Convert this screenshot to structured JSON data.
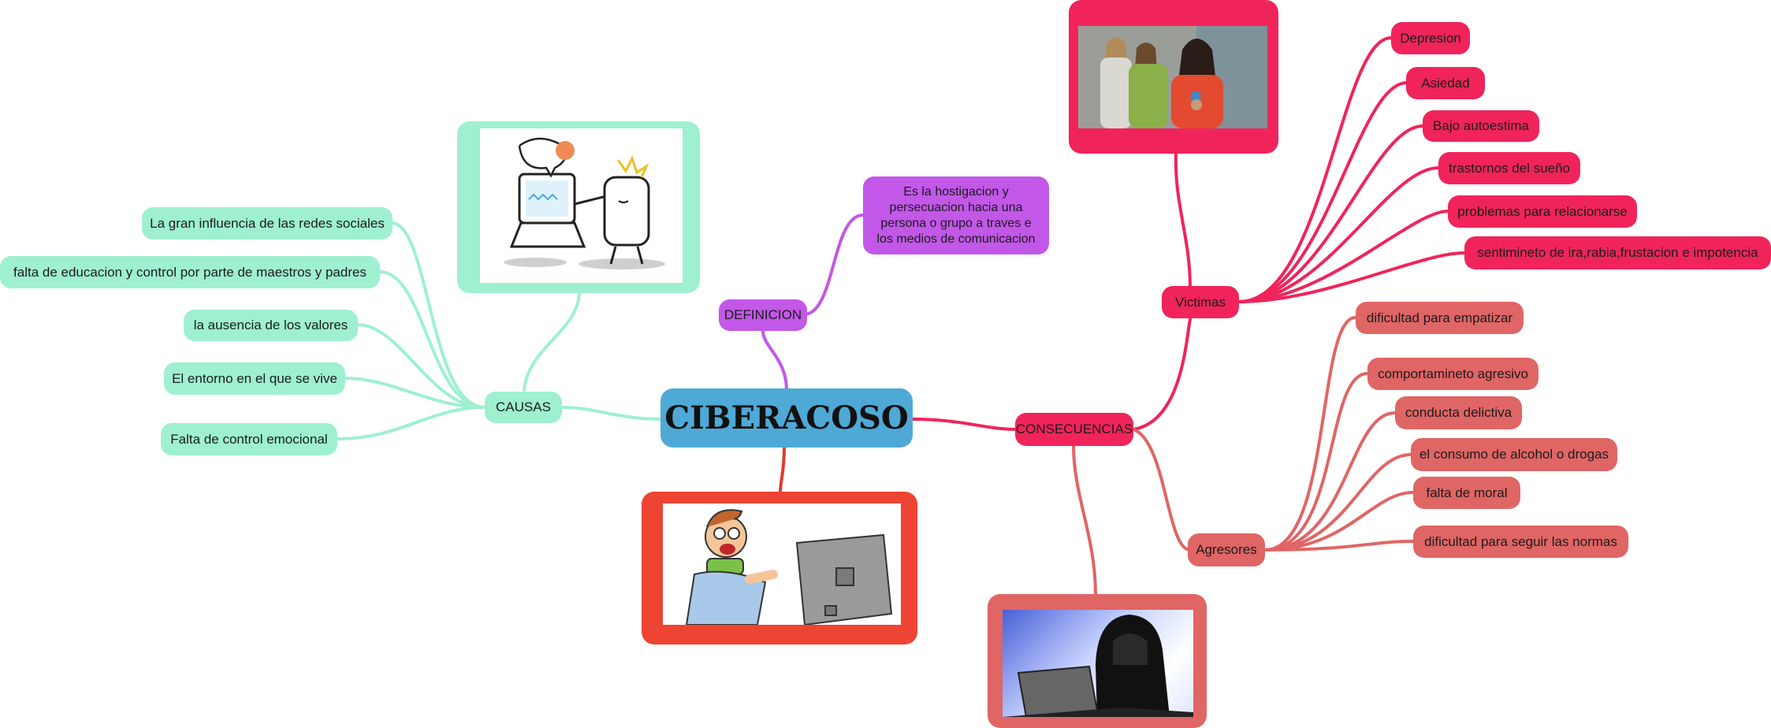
{
  "center": {
    "title": "CIBERACOSO"
  },
  "definicion": {
    "label": "DEFINICION",
    "text": "Es la hostigacion y persecuacion hacia una persona o grupo a traves e los medios de comunicacion"
  },
  "causas": {
    "label": "CAUSAS",
    "items": [
      "La gran influencia de las redes sociales",
      "falta de educacion y control por parte de maestros y padres",
      "la ausencia de los valores",
      "El entorno en el que se vive",
      "Falta de control emocional"
    ]
  },
  "consecuencias": {
    "label": "CONSECUENCIAS",
    "victimas": {
      "label": "Victimas",
      "items": [
        "Depresion",
        "Asiedad",
        "Bajo autoestima",
        "trastornos del sueño",
        "problemas para relacionarse",
        "sentimineto de ira,rabia,frustacion e impotencia"
      ]
    },
    "agresores": {
      "label": "Agresores",
      "items": [
        "dificultad para empatizar",
        "comportamineto agresivo",
        "conducta delictiva",
        "el consumo de alcohol o drogas",
        "falta de moral",
        "dificultad para seguir las normas"
      ]
    }
  },
  "colors": {
    "center": "#4ea9d6",
    "causas": "#9ef0d1",
    "definicion": "#c257e8",
    "victimas": "#f0245a",
    "agresores": "#e06565",
    "image_frame_red": "#ee4433"
  },
  "images": [
    "girls-with-phone-image",
    "cartoon-computer-argument-image",
    "cartoon-strangled-by-computer-image",
    "hooded-person-laptop-image"
  ]
}
